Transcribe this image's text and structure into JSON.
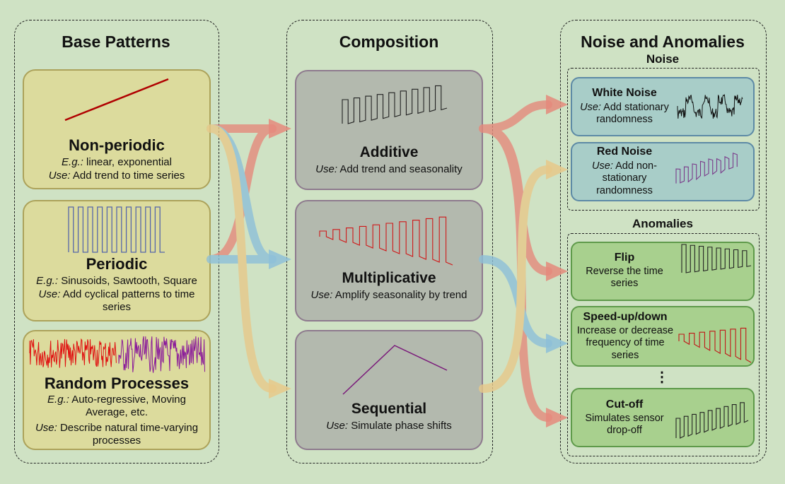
{
  "columns": {
    "base": {
      "title": "Base Patterns"
    },
    "composition": {
      "title": "Composition"
    },
    "noise_anomalies": {
      "title": "Noise and Anomalies",
      "noise_label": "Noise",
      "anomalies_label": "Anomalies"
    }
  },
  "base": {
    "nonperiodic": {
      "title": "Non-periodic",
      "eg_label": "E.g.:",
      "eg_text": " linear, exponential",
      "use_label": "Use:",
      "use_text": " Add trend to time series"
    },
    "periodic": {
      "title": "Periodic",
      "eg_label": "E.g.:",
      "eg_text": " Sinusoids, Sawtooth, Square",
      "use_label": "Use:",
      "use_text": " Add cyclical patterns to time series"
    },
    "random": {
      "title": "Random Processes",
      "eg_label": "E.g.:",
      "eg_text": " Auto-regressive, Moving Average, etc.",
      "use_label": "Use:",
      "use_text": " Describe natural time-varying processes"
    }
  },
  "composition": {
    "additive": {
      "title": "Additive",
      "use_label": "Use:",
      "use_text": " Add trend and seasonality"
    },
    "multiplicative": {
      "title": "Multiplicative",
      "use_label": "Use:",
      "use_text": " Amplify seasonality by trend"
    },
    "sequential": {
      "title": "Sequential",
      "use_label": "Use:",
      "use_text": " Simulate phase shifts"
    }
  },
  "noise": {
    "white": {
      "title": "White Noise",
      "use_label": "Use:",
      "use_text": " Add stationary randomness"
    },
    "red": {
      "title": "Red Noise",
      "use_label": "Use:",
      "use_text": " Add non-stationary randomness"
    }
  },
  "anomalies": {
    "flip": {
      "title": "Flip",
      "desc": "Reverse the time series"
    },
    "speed": {
      "title": "Speed-up/down",
      "desc": "Increase or decrease frequency of time series"
    },
    "cutoff": {
      "title": "Cut-off",
      "desc": "Simulates sensor drop-off"
    },
    "ellipsis": "⋮"
  },
  "colors": {
    "red_arrow": "#e58a7c",
    "blue_arrow": "#8ec0d8",
    "yellow_arrow": "#e7c98a"
  }
}
